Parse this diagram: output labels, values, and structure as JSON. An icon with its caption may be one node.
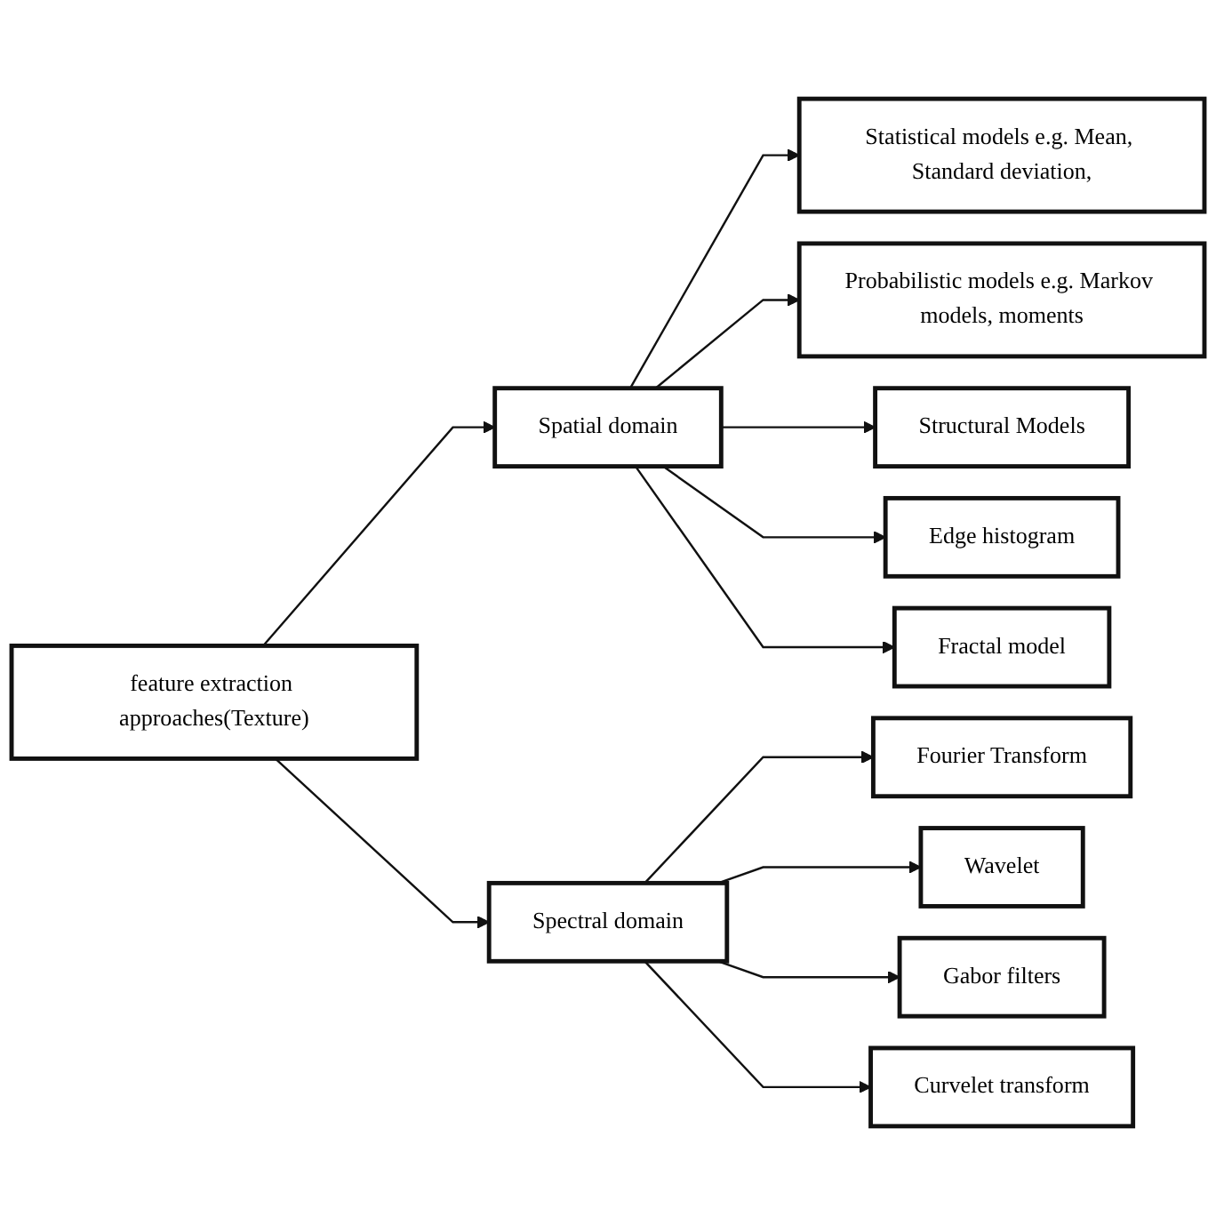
{
  "diagram": {
    "nodes": [
      {
        "text": [
          "feature extraction approaches(Texture)"
        ]
      },
      {
        "text": [
          "Spatial domain"
        ]
      },
      {
        "text": [
          "Spectral domain"
        ]
      },
      {
        "text": [
          "Statistical models e.g. Mean, Standard deviation,"
        ]
      },
      {
        "text": [
          "Probabilistic models e.g. Markov models, moments"
        ]
      },
      {
        "text": [
          "Structural Models"
        ]
      },
      {
        "text": [
          "Edge histogram"
        ]
      },
      {
        "text": [
          "Fractal model"
        ]
      },
      {
        "text": [
          "Fourier Transform"
        ]
      },
      {
        "text": [
          "Wavelet"
        ]
      },
      {
        "text": [
          "Gabor filters"
        ]
      },
      {
        "text": [
          "Curvelet transform"
        ]
      }
    ],
    "edges": [
      {
        "from": 0,
        "to": 1,
        "arrow": "to"
      },
      {
        "from": 0,
        "to": 2,
        "arrow": "to"
      },
      {
        "from": 1,
        "to": 3,
        "arrow": "to"
      },
      {
        "from": 1,
        "to": 4,
        "arrow": "to"
      },
      {
        "from": 1,
        "to": 5,
        "arrow": "to"
      },
      {
        "from": 1,
        "to": 6,
        "arrow": "to"
      },
      {
        "from": 1,
        "to": 7,
        "arrow": "to"
      },
      {
        "from": 2,
        "to": 8,
        "arrow": "to"
      },
      {
        "from": 2,
        "to": 9,
        "arrow": "to"
      },
      {
        "from": 2,
        "to": 10,
        "arrow": "to"
      },
      {
        "from": 2,
        "to": 11,
        "arrow": "to"
      }
    ]
  }
}
